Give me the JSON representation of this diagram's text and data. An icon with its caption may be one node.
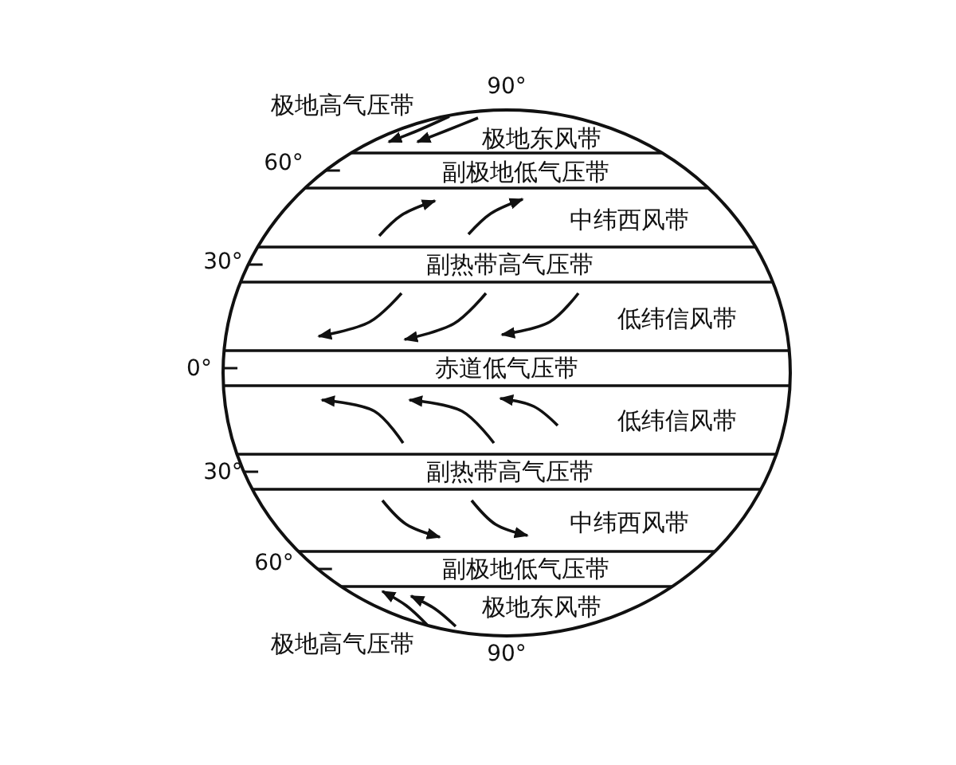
{
  "diagram": {
    "labels": [
      "极地高气压带",
      "90°",
      "极地东风带",
      "60°",
      "副极地低气压带",
      "中纬西风带",
      "30°",
      "副热带高气压带",
      "低纬信风带",
      "0°",
      "赤道低气压带",
      "低纬信风带",
      "30°",
      "副热带高气压带",
      "中纬西风带",
      "60°",
      "副极地低气压带",
      "极地东风带",
      "极地高气压带",
      "90°"
    ]
  }
}
